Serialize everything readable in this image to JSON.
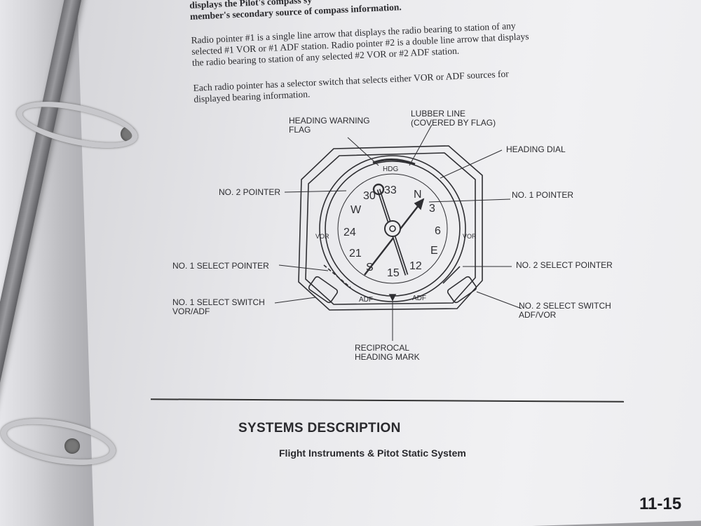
{
  "body_text": {
    "lead": [
      "displays the Pilot's compass sy",
      "member's secondary source of compass information."
    ],
    "paragraph_1": [
      "Radio pointer #1 is a single line arrow that displays the radio bearing to station of any",
      "selected #1 VOR or #1 ADF station.  Radio pointer #2 is a double line arrow that displays",
      "the radio bearing to station of any selected #2 VOR or #2 ADF station."
    ],
    "paragraph_2": [
      "Each radio pointer has a selector switch that selects either VOR or ADF sources for",
      "displayed bearing information."
    ]
  },
  "diagram": {
    "labels": {
      "heading_warning_flag": [
        "HEADING WARNING",
        "FLAG"
      ],
      "lubber_line": [
        "LUBBER LINE",
        "(COVERED BY FLAG)"
      ],
      "heading_dial": "HEADING DIAL",
      "no2_pointer": "NO. 2 POINTER",
      "no1_pointer": "NO. 1 POINTER",
      "no1_select_pointer": "NO. 1 SELECT POINTER",
      "no2_select_pointer": "NO. 2 SELECT POINTER",
      "no1_select_switch": [
        "NO. 1 SELECT SWITCH",
        "VOR/ADF"
      ],
      "no2_select_switch": [
        "NO. 2 SELECT SWITCH",
        "ADF/VOR"
      ],
      "reciprocal_heading_mark": [
        "RECIPROCAL",
        "HEADING MARK"
      ]
    },
    "instrument": {
      "flag_text": "HDG",
      "dial_marks": [
        "33",
        "N",
        "3",
        "6",
        "E",
        "12",
        "15",
        "S",
        "21",
        "24",
        "W",
        "30"
      ],
      "left_vor": "VOR",
      "right_vor": "VOR",
      "left_adf": "ADF",
      "right_adf": "ADF"
    }
  },
  "footer": {
    "section_title": "SYSTEMS DESCRIPTION",
    "subtitle": "Flight Instruments & Pitot Static System",
    "page_number": "11-15"
  }
}
